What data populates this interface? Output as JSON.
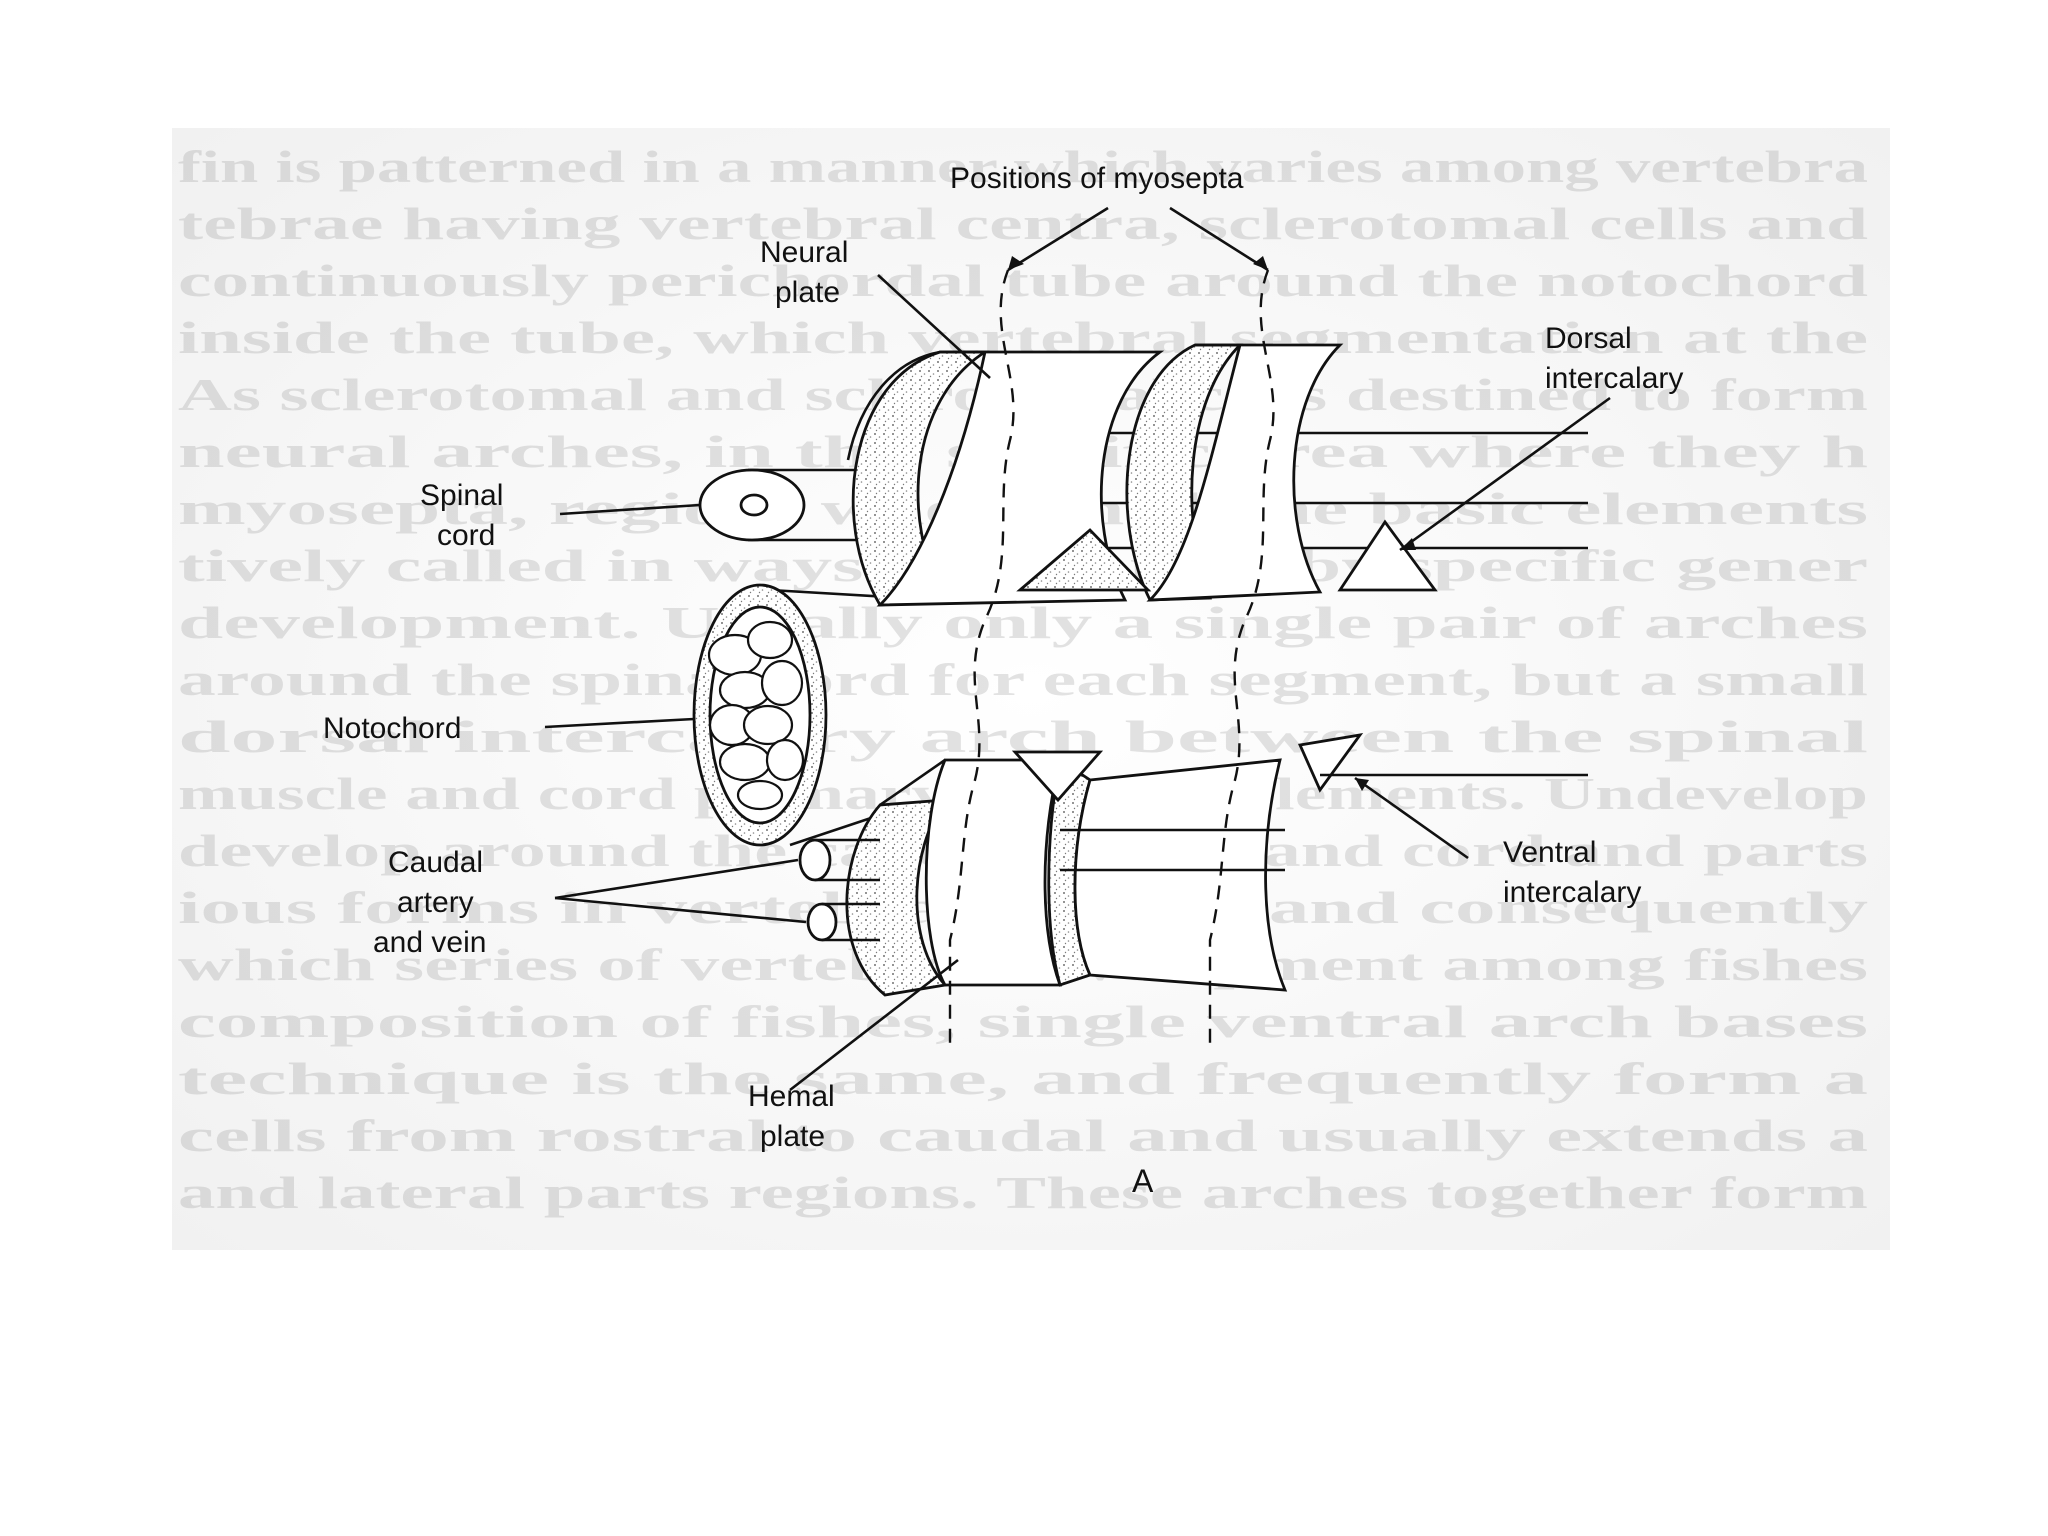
{
  "figure": {
    "panel_letter": "A",
    "labels": {
      "positions_of_myosepta": "Positions of myosepta",
      "neural_plate": [
        "Neural",
        "plate"
      ],
      "dorsal_intercalary": [
        "Dorsal",
        "intercalary"
      ],
      "spinal_cord": [
        "Spinal",
        "cord"
      ],
      "notochord": "Notochord",
      "caudal_artery_and_vein": [
        "Caudal",
        "artery",
        "and vein"
      ],
      "ventral_intercalary": [
        "Ventral",
        "intercalary"
      ],
      "hemal_plate": [
        "Hemal",
        "plate"
      ]
    }
  },
  "background_text_lines": [
    "fin is patterned in a manner which varies among vertebra",
    "tebrae having vertebral centra, sclerotomal cells and",
    "continuously perichordal tube around the notochord",
    "inside the tube, which vertebral segmentation at the",
    "As sclerotomal and sclerotomal cells destined to form",
    "neural arches, in this specific area where they h",
    "myosepta, regions where the bone basic elements",
    "tively called in ways determined by specific gener",
    "development. Usually only a single pair of arches",
    "around the spinal cord for each segment, but a small",
    "dorsal intercalary arch between the spinal",
    "muscle and cord primary pathway elements. Undevelop",
    "develop around the caudal vessels and cord and parts",
    "ious forms in vertebrate arches and consequently",
    "which series of vertebral development among fishes",
    "composition of fishes, single ventral arch bases",
    "technique is the same, and frequently form a",
    "cells from rostral to caudal and usually extends a",
    "and lateral parts regions. These arches together form"
  ]
}
